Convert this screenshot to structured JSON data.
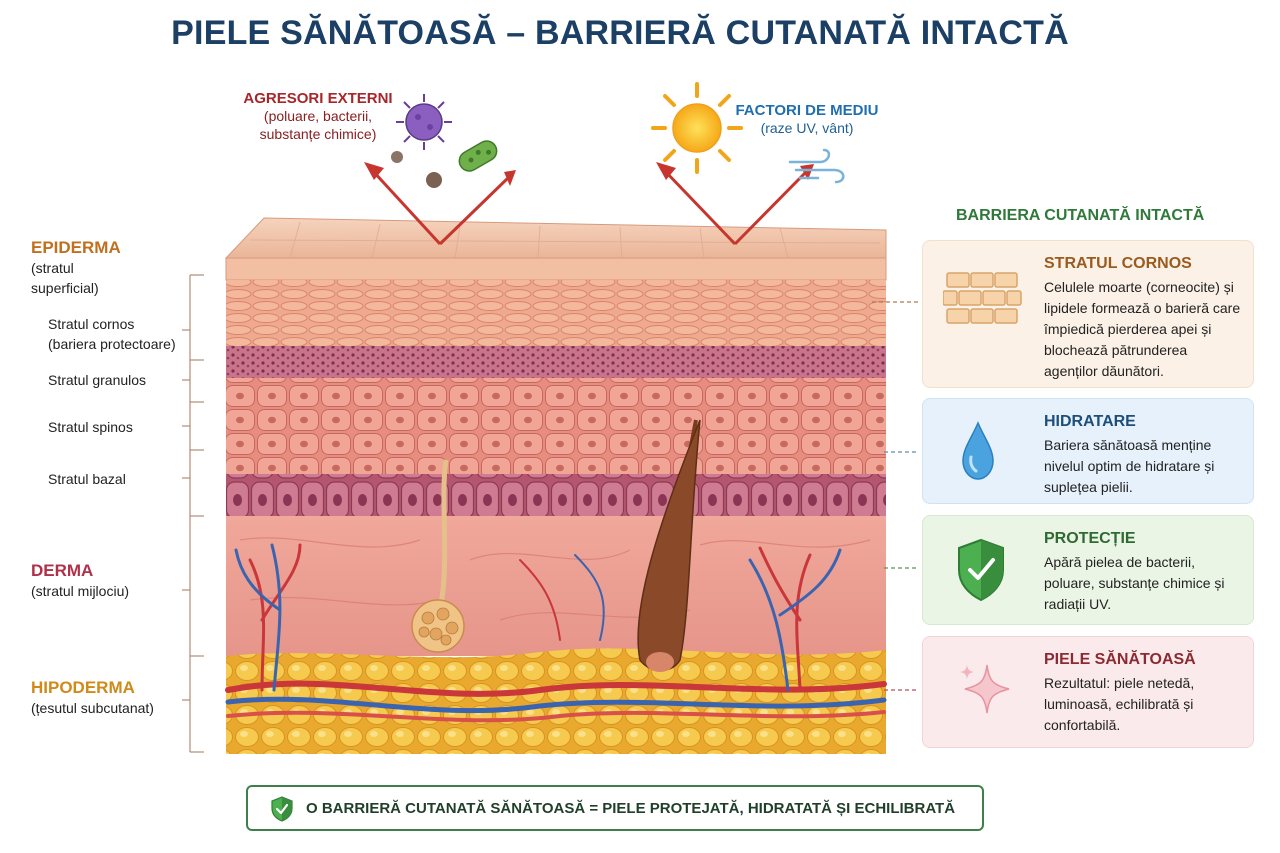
{
  "title": "PIELE SĂNĂTOASĂ – BARRIERĂ CUTANATĂ INTACTĂ",
  "agresori": {
    "title": "AGRESORI EXTERNI",
    "lines": [
      "(poluare, bacterii,",
      "substanțe chimice)"
    ]
  },
  "factori": {
    "title": "FACTORI DE MEDIU",
    "lines": [
      "(raze UV, vânt)"
    ]
  },
  "left_labels": {
    "epiderma": {
      "title": "EPIDERMA",
      "lines": [
        "(stratul",
        "superficial)"
      ]
    },
    "layers": [
      {
        "lines": [
          "Stratul cornos",
          "(bariera protectoare)"
        ]
      },
      {
        "lines": [
          "Stratul granulos"
        ]
      },
      {
        "lines": [
          "Stratul spinos"
        ]
      },
      {
        "lines": [
          "Stratul bazal"
        ]
      }
    ],
    "derma": {
      "title": "DERMA",
      "lines": [
        "(stratul mijlociu)"
      ]
    },
    "hipoderma": {
      "title": "HIPODERMA",
      "lines": [
        "(țesutul subcutanat)"
      ]
    }
  },
  "right_heading": "BARRIERA CUTANATĂ INTACTĂ",
  "panels": [
    {
      "title": "STRATUL CORNOS",
      "text": "Celulele moarte (corneocite) și lipidele formează o barieră care împiedică pierderea apei și blochează pătrunderea agenților dăunători.",
      "icon": "brick-wall-icon",
      "color": "#9a5b1f",
      "bg": "#fbf1e6",
      "border": "#f3e0cc"
    },
    {
      "title": "HIDRATARE",
      "text": "Bariera sănătoasă menține nivelul optim de hidratare și suplețea pielii.",
      "icon": "water-drop-icon",
      "color": "#1e4f7a",
      "bg": "#e6f1fb",
      "border": "#cfe3f3"
    },
    {
      "title": "PROTECȚIE",
      "text": "Apără pielea de bacterii, poluare, substanțe chimice și radiații UV.",
      "icon": "shield-icon",
      "color": "#2f6a33",
      "bg": "#ebf5e6",
      "border": "#d6ead0"
    },
    {
      "title": "PIELE SĂNĂTOASĂ",
      "text": "Rezultatul: piele netedă, luminoasă, echilibrată și confortabilă.",
      "icon": "sparkle-icon",
      "color": "#8c2a33",
      "bg": "#fbeaec",
      "border": "#f2d4d8"
    }
  ],
  "footer": "O BARRIERĂ CUTANATĂ SĂNĂTOASĂ = PIELE PROTEJATĂ, HIDRATATĂ ȘI ECHILIBRATĂ",
  "colors": {
    "title": "#1c3f66",
    "red_label": "#a8262a",
    "blue_label": "#1f6fb0",
    "epiderma": "#c0701e",
    "derma": "#b0304a",
    "hipoderma": "#d08a1a",
    "green": "#2f7a3a"
  }
}
